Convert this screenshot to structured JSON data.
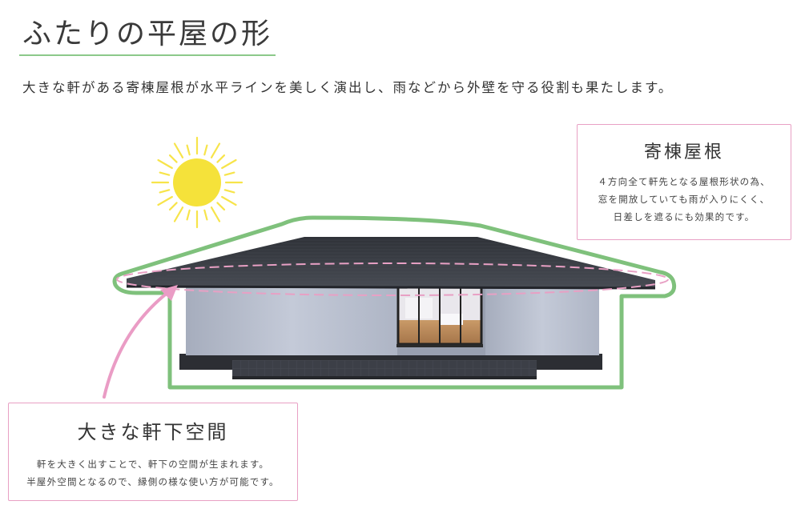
{
  "page": {
    "title": "ふたりの平屋の形",
    "lead": "大きな軒がある寄棟屋根が水平ラインを美しく演出し、雨などから外壁を守る役割も果たします。"
  },
  "callouts": {
    "roof": {
      "heading": "寄棟屋根",
      "lines": [
        "４方向全て軒先となる屋根形状の為、",
        "窓を開放していても雨が入りにくく、",
        "日差しを遮るにも効果的です。"
      ]
    },
    "eaves": {
      "heading": "大きな軒下空間",
      "lines": [
        "軒を大きく出すことで、軒下の空間が生まれます。",
        "半屋外空間となるので、縁側の様な使い方が可能です。"
      ]
    }
  },
  "colors": {
    "accent_green": "#7fc17c",
    "accent_pink": "#e8a0c4",
    "sun": "#f5e23a",
    "roof": "#3a3d44",
    "wall": "#b8bfcf"
  },
  "icons": [
    "sun-icon",
    "arrow-icon"
  ]
}
